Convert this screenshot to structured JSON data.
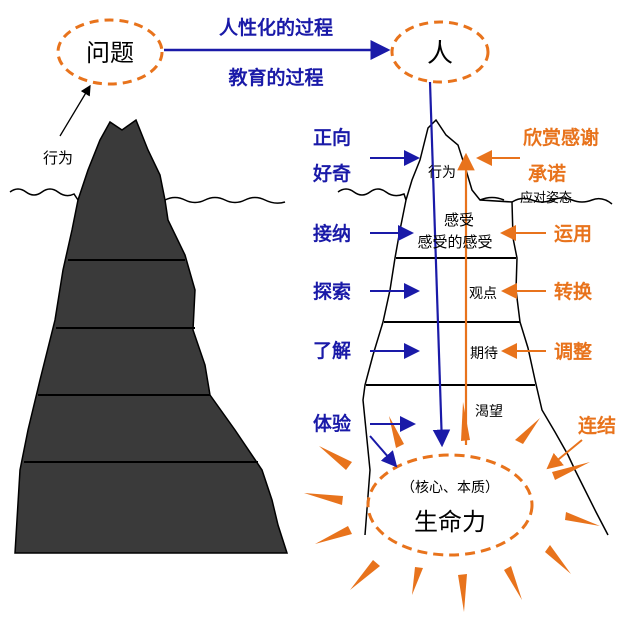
{
  "top": {
    "problem": "问题",
    "person": "人",
    "process_humanize": "人性化的过程",
    "process_education": "教育的过程",
    "behavior_left": "行为"
  },
  "iceberg_right": {
    "behavior": "行为",
    "coping": "应对姿态",
    "feeling": "感受",
    "feeling_of_feeling": "感受的感受",
    "perception": "观点",
    "expectation": "期待",
    "yearning": "渴望",
    "core_note": "（核心、本质）",
    "life_force": "生命力"
  },
  "blue_labels": [
    "正向",
    "好奇",
    "接纳",
    "探索",
    "了解",
    "体验"
  ],
  "orange_labels": [
    "欣赏感谢",
    "承诺",
    "运用",
    "转换",
    "调整",
    "连结"
  ],
  "colors": {
    "blue": "#1a1aa8",
    "orange": "#e8731c",
    "iceberg_fill": "#3a3a3a"
  }
}
